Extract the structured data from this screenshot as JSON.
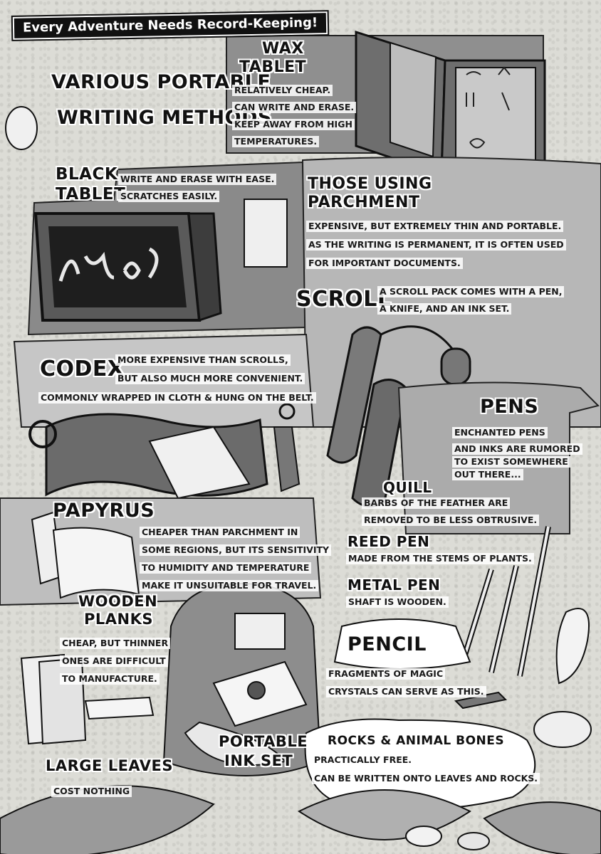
{
  "banner": "Every Adventure Needs Record-Keeping!",
  "intro": {
    "line1": "VARIOUS PORTABLE",
    "line2": "WRITING METHODS"
  },
  "wax_tablet": {
    "title1": "WAX",
    "title2": "TABLET",
    "desc": [
      "RELATIVELY CHEAP.",
      "CAN WRITE AND ERASE.",
      "KEEP AWAY FROM HIGH",
      "TEMPERATURES."
    ]
  },
  "black_tablet": {
    "title1": "BLACK",
    "title2": "TABLET",
    "desc": [
      "WRITE AND ERASE WITH EASE.",
      "SCRATCHES EASILY."
    ]
  },
  "parchment": {
    "title1": "THOSE USING",
    "title2": "PARCHMENT",
    "desc": [
      "EXPENSIVE, BUT EXTREMELY THIN AND PORTABLE.",
      "AS THE WRITING IS PERMANENT, IT IS OFTEN USED",
      "FOR IMPORTANT DOCUMENTS."
    ]
  },
  "scroll": {
    "title": "SCROLL",
    "desc": [
      "A SCROLL PACK COMES WITH A PEN,",
      "A KNIFE, AND AN INK SET."
    ]
  },
  "codex": {
    "title": "CODEX",
    "desc": [
      "MORE EXPENSIVE THAN SCROLLS,",
      "BUT ALSO MUCH MORE CONVENIENT.",
      "COMMONLY WRAPPED IN CLOTH & HUNG ON THE BELT."
    ]
  },
  "pens": {
    "title": "PENS",
    "desc": [
      "ENCHANTED PENS",
      "AND INKS ARE RUMORED",
      "TO EXIST SOMEWHERE",
      "OUT THERE..."
    ]
  },
  "quill": {
    "title": "QUILL",
    "desc": [
      "BARBS OF THE FEATHER ARE",
      "REMOVED TO BE LESS OBTRUSIVE."
    ]
  },
  "papyrus": {
    "title": "PAPYRUS",
    "desc": [
      "CHEAPER THAN PARCHMENT IN",
      "SOME REGIONS, BUT ITS SENSITIVITY",
      "TO HUMIDITY AND TEMPERATURE",
      "MAKE IT UNSUITABLE FOR TRAVEL."
    ]
  },
  "reed_pen": {
    "title": "REED PEN",
    "desc": "MADE FROM THE STEMS OF PLANTS."
  },
  "metal_pen": {
    "title": "METAL PEN",
    "desc": "SHAFT IS WOODEN."
  },
  "wooden_planks": {
    "title1": "WOODEN",
    "title2": "PLANKS",
    "desc": [
      "CHEAP, BUT THINNER",
      "ONES ARE DIFFICULT",
      "TO MANUFACTURE."
    ]
  },
  "pencil": {
    "title": "PENCIL",
    "desc": [
      "FRAGMENTS OF MAGIC",
      "CRYSTALS CAN SERVE AS THIS."
    ]
  },
  "ink_set": {
    "title1": "PORTABLE",
    "title2": "INK SET"
  },
  "rocks": {
    "title": "ROCKS & ANIMAL BONES",
    "desc": [
      "PRACTICALLY FREE.",
      "CAN BE WRITTEN ONTO LEAVES AND ROCKS."
    ]
  },
  "large_leaves": {
    "title": "LARGE LEAVES",
    "desc": "COST NOTHING"
  },
  "colors": {
    "ink": "#111111",
    "paper": "#ffffff",
    "tone": "#7d7d7d",
    "bg": "#dcdcd6"
  }
}
